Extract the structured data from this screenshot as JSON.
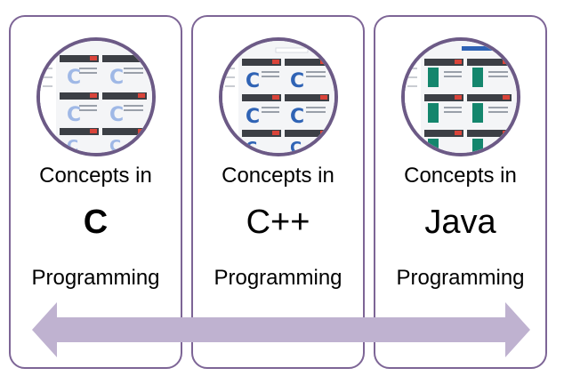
{
  "cards": [
    {
      "top_text": "Concepts in",
      "language": "C",
      "bottom_text": "Programming",
      "thumbnail_icon": "c-course-screenshot-icon"
    },
    {
      "top_text": "Concepts in",
      "language": "C++",
      "bottom_text": "Programming",
      "thumbnail_icon": "cpp-course-screenshot-icon"
    },
    {
      "top_text": "Concepts in",
      "language": "Java",
      "bottom_text": "Programming",
      "thumbnail_icon": "java-course-screenshot-icon"
    }
  ],
  "colors": {
    "card_border": "#7d6596",
    "thumb_border": "#6c5a86",
    "arrow_fill": "#bfb2d0",
    "c_accent": "#9fb8e6",
    "cpp_accent": "#2f63b5",
    "java_accent": "#14866d",
    "button_red": "#d9443a",
    "row_dark": "#3c3f45"
  }
}
